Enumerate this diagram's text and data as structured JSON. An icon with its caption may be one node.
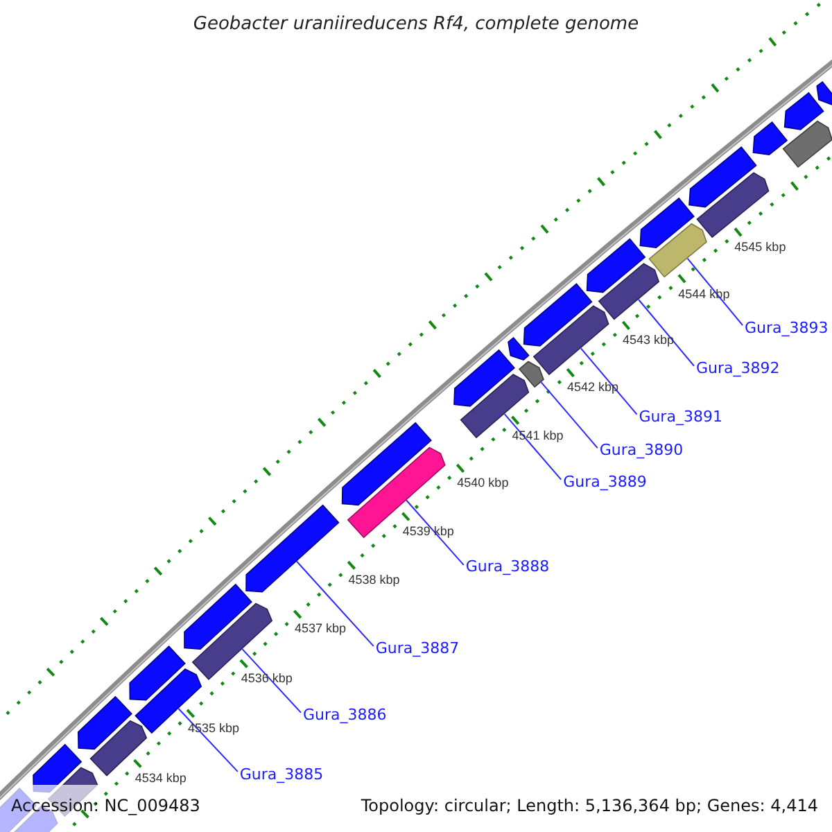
{
  "diagram": {
    "title": "Geobacter uraniireducens Rf4, complete genome",
    "nodes": [
      {
        "text": [
          "Gura_3885"
        ]
      },
      {
        "text": [
          "Gura_3886"
        ]
      },
      {
        "text": [
          "Gura_3887"
        ]
      },
      {
        "text": [
          "Gura_3888"
        ]
      },
      {
        "text": [
          "Gura_3889"
        ]
      },
      {
        "text": [
          "Gura_3890"
        ]
      },
      {
        "text": [
          "Gura_3891"
        ]
      },
      {
        "text": [
          "Gura_3892"
        ]
      },
      {
        "text": [
          "Gura_3893"
        ]
      },
      {
        "text": [],
        "shape": "bar"
      },
      {
        "text": [],
        "shape": "bar"
      },
      {
        "text": [],
        "shape": "bar"
      },
      {
        "text": [],
        "shape": "bar"
      },
      {
        "text": [],
        "shape": "bar"
      },
      {
        "text": [],
        "shape": "bar"
      },
      {
        "text": [],
        "shape": "bar"
      },
      {
        "text": [],
        "shape": "bar"
      },
      {
        "text": [],
        "shape": "bar"
      },
      {
        "text": [],
        "shape": "bar"
      },
      {
        "text": [],
        "shape": "bar"
      },
      {
        "text": [],
        "shape": "bar"
      },
      {
        "text": [],
        "shape": "bar"
      },
      {
        "text": [],
        "shape": "bar"
      },
      {
        "text": [],
        "shape": "bar"
      },
      {
        "text": [],
        "shape": "bar"
      },
      {
        "text": [],
        "shape": "bar"
      },
      {
        "text": [],
        "shape": "bar"
      },
      {
        "text": [],
        "shape": "bar"
      },
      {
        "text": [],
        "shape": "bar"
      },
      {
        "text": [],
        "shape": "bar"
      },
      {
        "text": [],
        "shape": "bar"
      },
      {
        "text": [],
        "shape": "bar"
      },
      {
        "text": [],
        "shape": "bar"
      },
      {
        "text": [],
        "shape": "bar"
      },
      {
        "text": [],
        "shape": "bar"
      },
      {
        "text": [],
        "shape": "bar"
      },
      {
        "text": [],
        "shape": "bar"
      },
      {
        "text": [],
        "shape": "bar"
      }
    ],
    "edges": [
      {
        "from": 0,
        "to": 15,
        "arrow": "none"
      },
      {
        "from": 1,
        "to": 17,
        "arrow": "none"
      },
      {
        "from": 2,
        "to": 19,
        "arrow": "none"
      },
      {
        "from": 3,
        "to": 20,
        "arrow": "none"
      },
      {
        "from": 4,
        "to": 22,
        "arrow": "none"
      },
      {
        "from": 5,
        "to": 24,
        "arrow": "none"
      },
      {
        "from": 6,
        "to": 26,
        "arrow": "none"
      },
      {
        "from": 7,
        "to": 29,
        "arrow": "none"
      },
      {
        "from": 8,
        "to": 30,
        "arrow": "none"
      }
    ],
    "labels": [
      "4545 kbp",
      "4544 kbp",
      "4543 kbp",
      "4542 kbp",
      "4541 kbp",
      "4540 kbp",
      "4539 kbp",
      "4538 kbp",
      "4537 kbp",
      "4536 kbp",
      "4535 kbp",
      "4534 kbp",
      "Accession: NC_009483",
      "Topology: circular; Length: 5,136,364 bp; Genes: 4,414"
    ]
  }
}
